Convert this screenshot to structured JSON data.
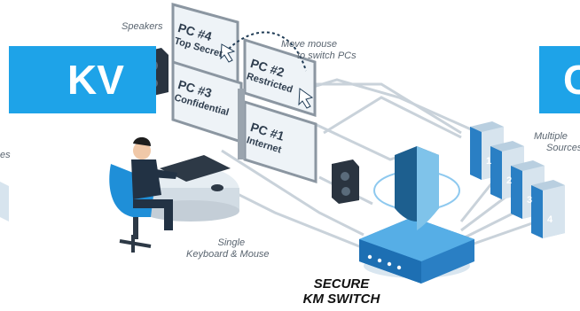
{
  "left_banner": "KV",
  "right_banner": "C",
  "left_cut_text": "es",
  "callouts": {
    "speakers": "Speakers",
    "move_mouse_line1": "Move mouse",
    "move_mouse_line2": "to switch PCs",
    "single_line1": "Single",
    "single_line2": "Keyboard & Mouse",
    "multiple_line1": "Multiple",
    "multiple_line2": "Sources"
  },
  "screens": [
    {
      "title": "PC #4",
      "subtitle": "Top Secret"
    },
    {
      "title": "PC #2",
      "subtitle": "Restricted"
    },
    {
      "title": "PC #3",
      "subtitle": "Confidential"
    },
    {
      "title": "PC #1",
      "subtitle": "Internet"
    }
  ],
  "switch_label_line1": "SECURE",
  "switch_label_line2": "KM SWITCH",
  "server_numbers": [
    "1",
    "2",
    "3",
    "4"
  ],
  "colors": {
    "accent_blue": "#1ea3e8",
    "screen_border": "#9aa4ae",
    "screen_fill": "#eef3f7",
    "cable": "#c7d0d8",
    "server_fill": "#d7e4ee",
    "chair_blue": "#1f8fd8"
  }
}
